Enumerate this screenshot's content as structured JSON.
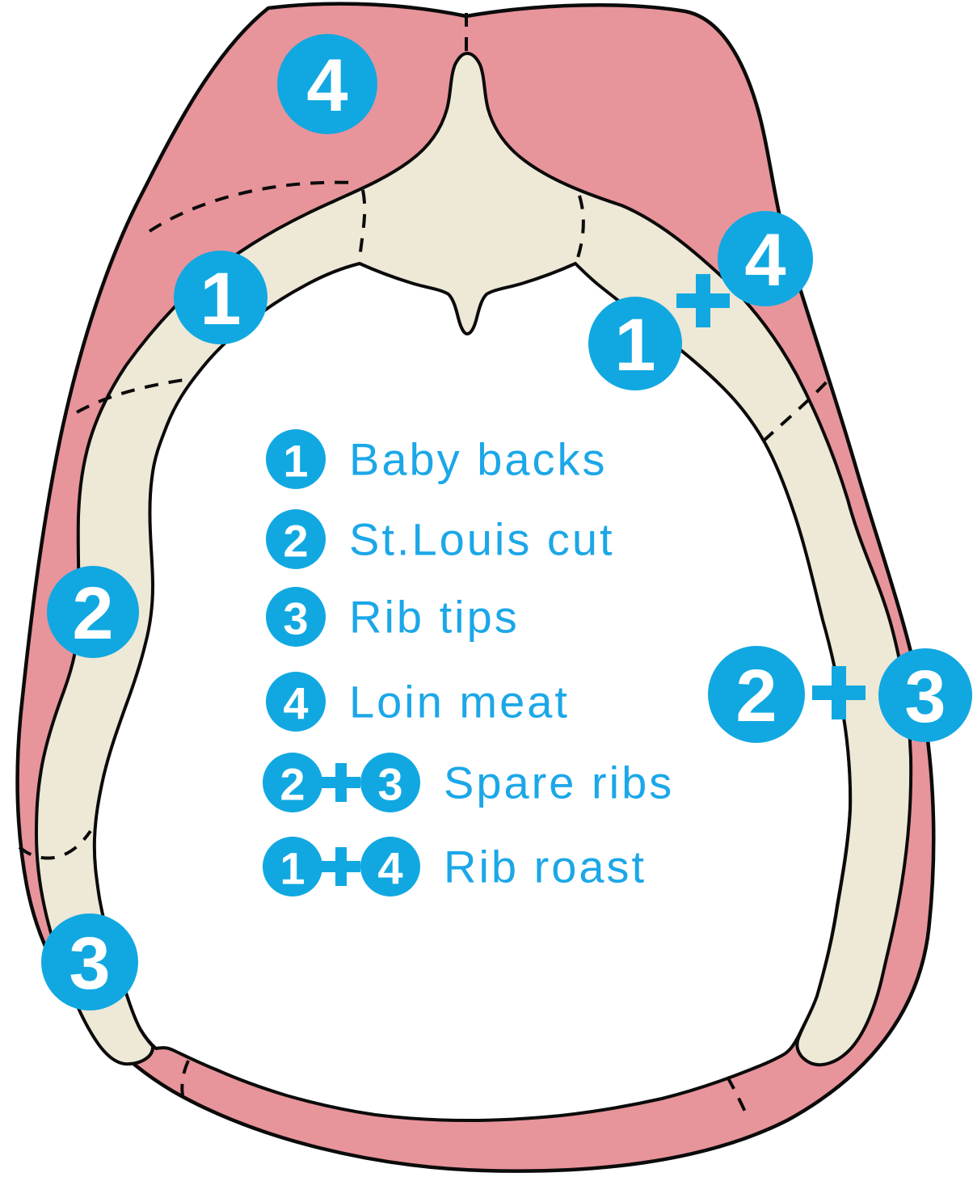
{
  "colors": {
    "meat_pink": "#E8949B",
    "bone_cream": "#EEE8D6",
    "marker_blue": "#11A8E1",
    "label_blue": "#1BA7E8",
    "outline_dark": "#0B0B0B",
    "cavity_white": "#FFFFFF"
  },
  "diagram": {
    "markers": {
      "loin_top": "4",
      "baby_backs_left": "1",
      "rib_roast_right_first": "1",
      "rib_roast_right_plus": "+",
      "rib_roast_right_second": "4",
      "st_louis_left": "2",
      "rib_tips_left": "3",
      "spare_ribs_right_first": "2",
      "spare_ribs_right_plus": "+",
      "spare_ribs_right_second": "3"
    }
  },
  "legend": {
    "items": [
      {
        "badges": [
          "1"
        ],
        "label": "Baby backs"
      },
      {
        "badges": [
          "2"
        ],
        "label": "St.Louis cut"
      },
      {
        "badges": [
          "3"
        ],
        "label": "Rib tips"
      },
      {
        "badges": [
          "4"
        ],
        "label": "Loin meat"
      },
      {
        "badges": [
          "2",
          "3"
        ],
        "plus": "+",
        "label": "Spare ribs"
      },
      {
        "badges": [
          "1",
          "4"
        ],
        "plus": "+",
        "label": "Rib roast"
      }
    ]
  }
}
